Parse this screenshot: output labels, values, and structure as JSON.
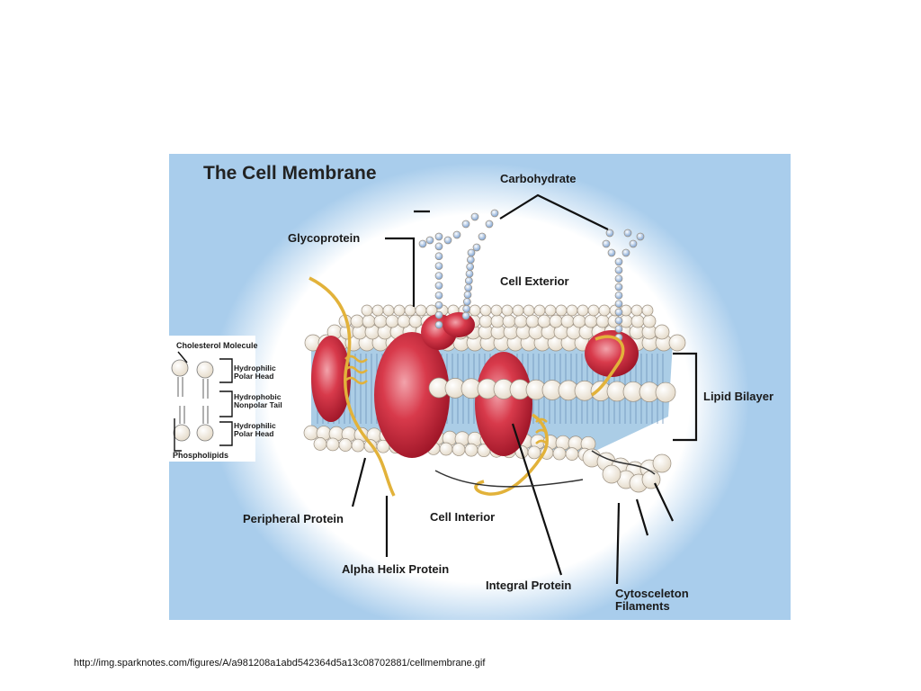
{
  "figure": {
    "title": "The Cell Membrane",
    "labels": {
      "carbohydrate": "Carbohydrate",
      "glycoprotein": "Glycoprotein",
      "cell_exterior": "Cell Exterior",
      "lipid_bilayer": "Lipid Bilayer",
      "peripheral_protein": "Peripheral Protein",
      "cell_interior": "Cell Interior",
      "alpha_helix_protein": "Alpha Helix Protein",
      "integral_protein": "Integral Protein",
      "cytoskeleton_filaments": "Cytosceleton Filaments"
    },
    "inset": {
      "cholesterol_molecule": "Cholesterol Molecule",
      "hydrophilic_polar_head_top": "Hydrophilic Polar Head",
      "hydrophobic_nonpolar_tail": "Hydrophobic Nonpolar Tail",
      "hydrophilic_polar_head_bottom": "Hydrophilic Polar Head",
      "phospholipids": "Phospholipids"
    },
    "colors": {
      "background": "#a9cdec",
      "glow": "#ffffff",
      "protein": "#c8283a",
      "phospholipid_head": "#f4ede0",
      "tail_zone": "#9cc4e2",
      "helix": "#e2b23a",
      "carbohydrate_bead": "#8fb2dc"
    }
  },
  "source_caption": "http://img.sparknotes.com/figures/A/a981208a1abd542364d5a13c08702881/cellmembrane.gif"
}
